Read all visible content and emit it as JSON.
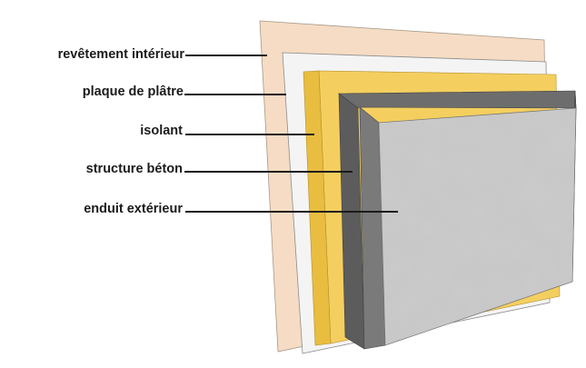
{
  "diagram": {
    "labels": [
      {
        "id": "revetement",
        "text": "revêtement intérieur"
      },
      {
        "id": "plaque",
        "text": "plaque de plâtre"
      },
      {
        "id": "isolant",
        "text": "isolant"
      },
      {
        "id": "structure",
        "text": "structure béton"
      },
      {
        "id": "enduit",
        "text": "enduit extérieur"
      }
    ],
    "colors": {
      "revetement": "#f6dcc4",
      "plaque": "#f5f5f5",
      "isolant": "#f4cf5f",
      "isolant_side": "#e8bd40",
      "structure_top": "#6f6f6f",
      "structure_side": "#5a5a5a",
      "enduit": "#c6c6c6",
      "leader": "#1b1b1b"
    }
  }
}
